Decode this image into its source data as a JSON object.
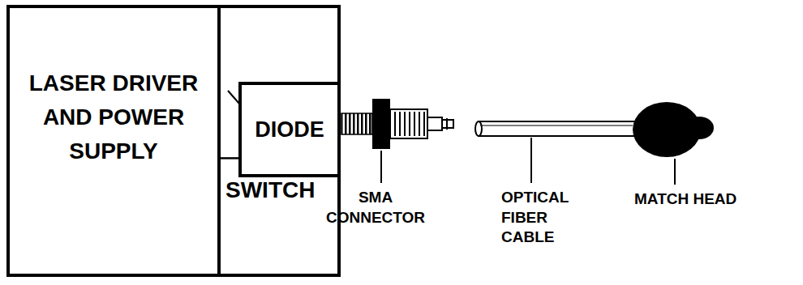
{
  "diagram": {
    "nodes": [
      {
        "text": [
          "LASER DRIVER AND POWER SUPPLY"
        ]
      },
      {
        "text": [
          "SWITCH"
        ]
      },
      {
        "text": [
          "DIODE"
        ],
        "in": 1
      }
    ],
    "edges": [
      {
        "from": 0,
        "to": 2,
        "arrow": "none"
      }
    ],
    "labels": [
      "SMA CONNECTOR",
      "OPTICAL FIBER CABLE",
      "MATCH HEAD"
    ]
  }
}
